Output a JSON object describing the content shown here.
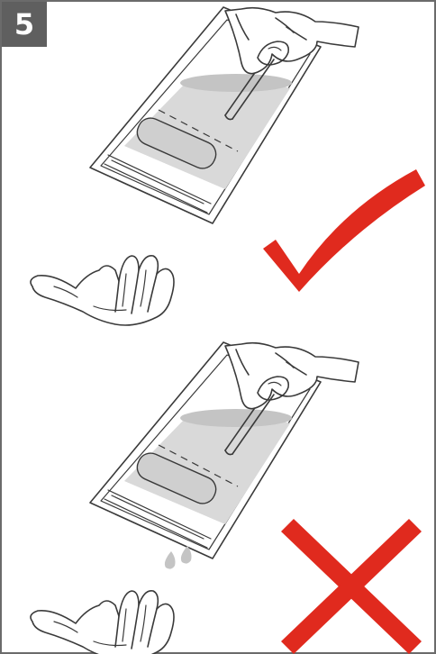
{
  "step": {
    "number": "5"
  },
  "panels": [
    {
      "id": "correct",
      "icon": "checkmark-icon",
      "color": "#e02a1e"
    },
    {
      "id": "incorrect",
      "icon": "cross-icon",
      "color": "#e02a1e"
    }
  ],
  "colors": {
    "border": "#6b6b6b",
    "badge_bg": "#5f5f5f",
    "badge_text": "#ffffff",
    "line": "#3a3a3a",
    "gel": "#d9d9d9",
    "accent": "#e02a1e"
  }
}
